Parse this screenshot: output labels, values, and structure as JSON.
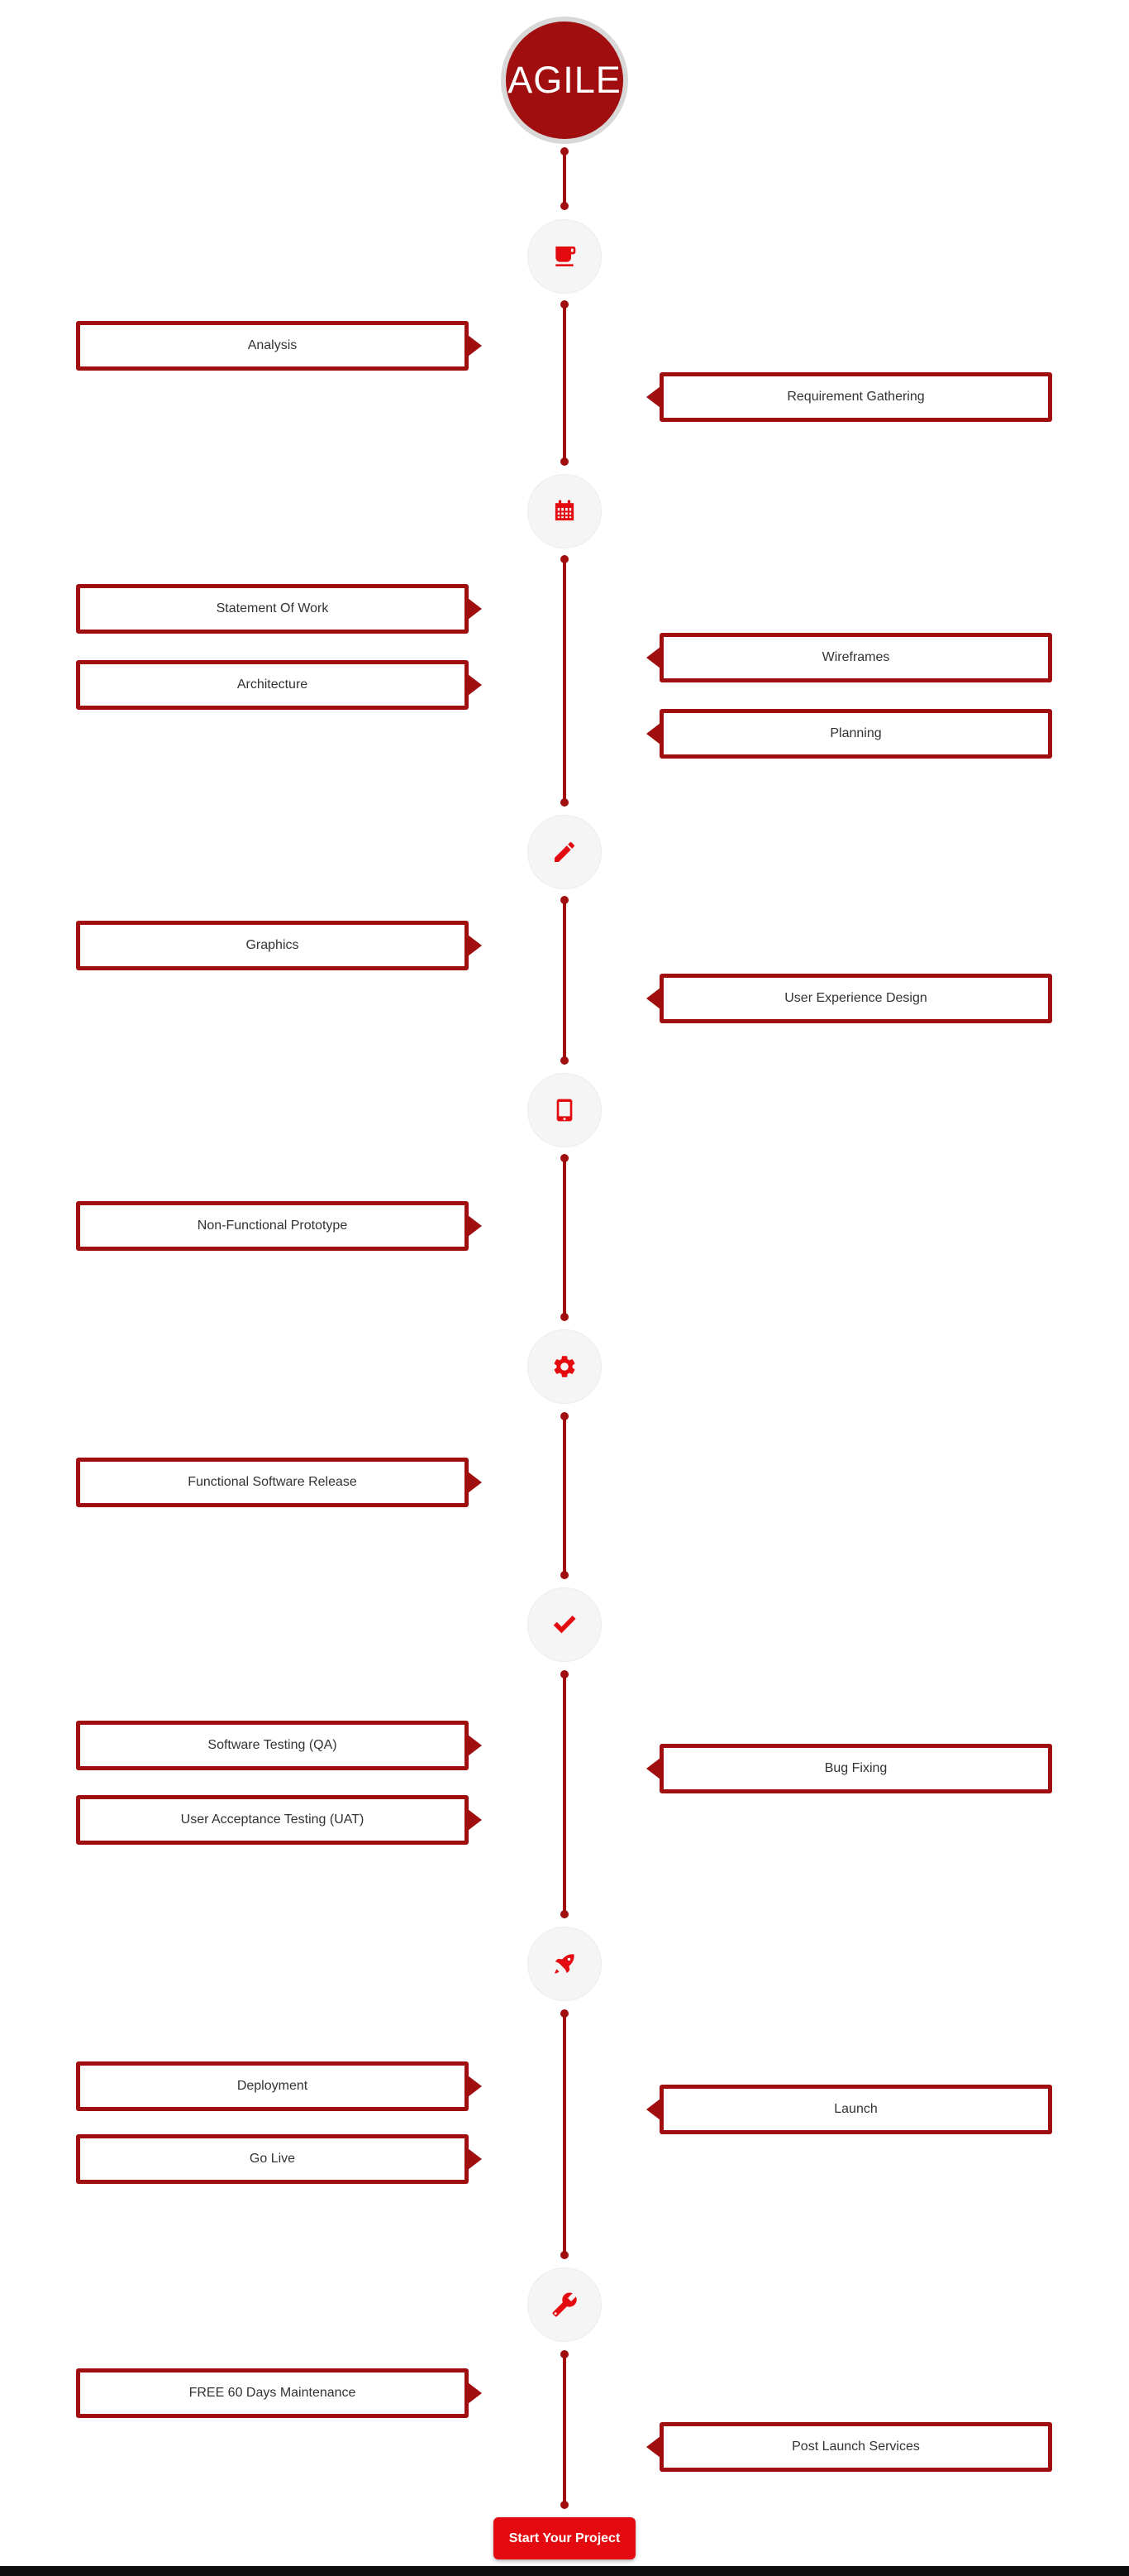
{
  "brand": {
    "label": "AGILE"
  },
  "phases": [
    {
      "icon": "coffee-cup-icon",
      "left": [
        "Analysis"
      ],
      "right": [
        "Requirement Gathering"
      ]
    },
    {
      "icon": "calendar-icon",
      "left": [
        "Statement Of Work",
        "Architecture"
      ],
      "right": [
        "Wireframes",
        "Planning"
      ]
    },
    {
      "icon": "pencil-icon",
      "left": [
        "Graphics"
      ],
      "right": [
        "User Experience Design"
      ]
    },
    {
      "icon": "tablet-icon",
      "left": [
        "Non-Functional Prototype"
      ],
      "right": []
    },
    {
      "icon": "gear-icon",
      "left": [
        "Functional Software Release"
      ],
      "right": []
    },
    {
      "icon": "check-icon",
      "left": [
        "Software Testing (QA)",
        "User Acceptance Testing (UAT)"
      ],
      "right": [
        "Bug Fixing"
      ]
    },
    {
      "icon": "rocket-icon",
      "left": [
        "Deployment",
        "Go Live"
      ],
      "right": [
        "Launch"
      ]
    },
    {
      "icon": "wrench-icon",
      "left": [
        "FREE 60 Days Maintenance"
      ],
      "right": [
        "Post Launch Services"
      ]
    }
  ],
  "cta": {
    "label": "Start Your Project"
  },
  "colors": {
    "dark_red": "#A00E10",
    "bright_red": "#E30B10",
    "icon_circle_bg": "#F5F5F5",
    "box_text": "#333333",
    "footer_bar": "#0E0E0E"
  }
}
